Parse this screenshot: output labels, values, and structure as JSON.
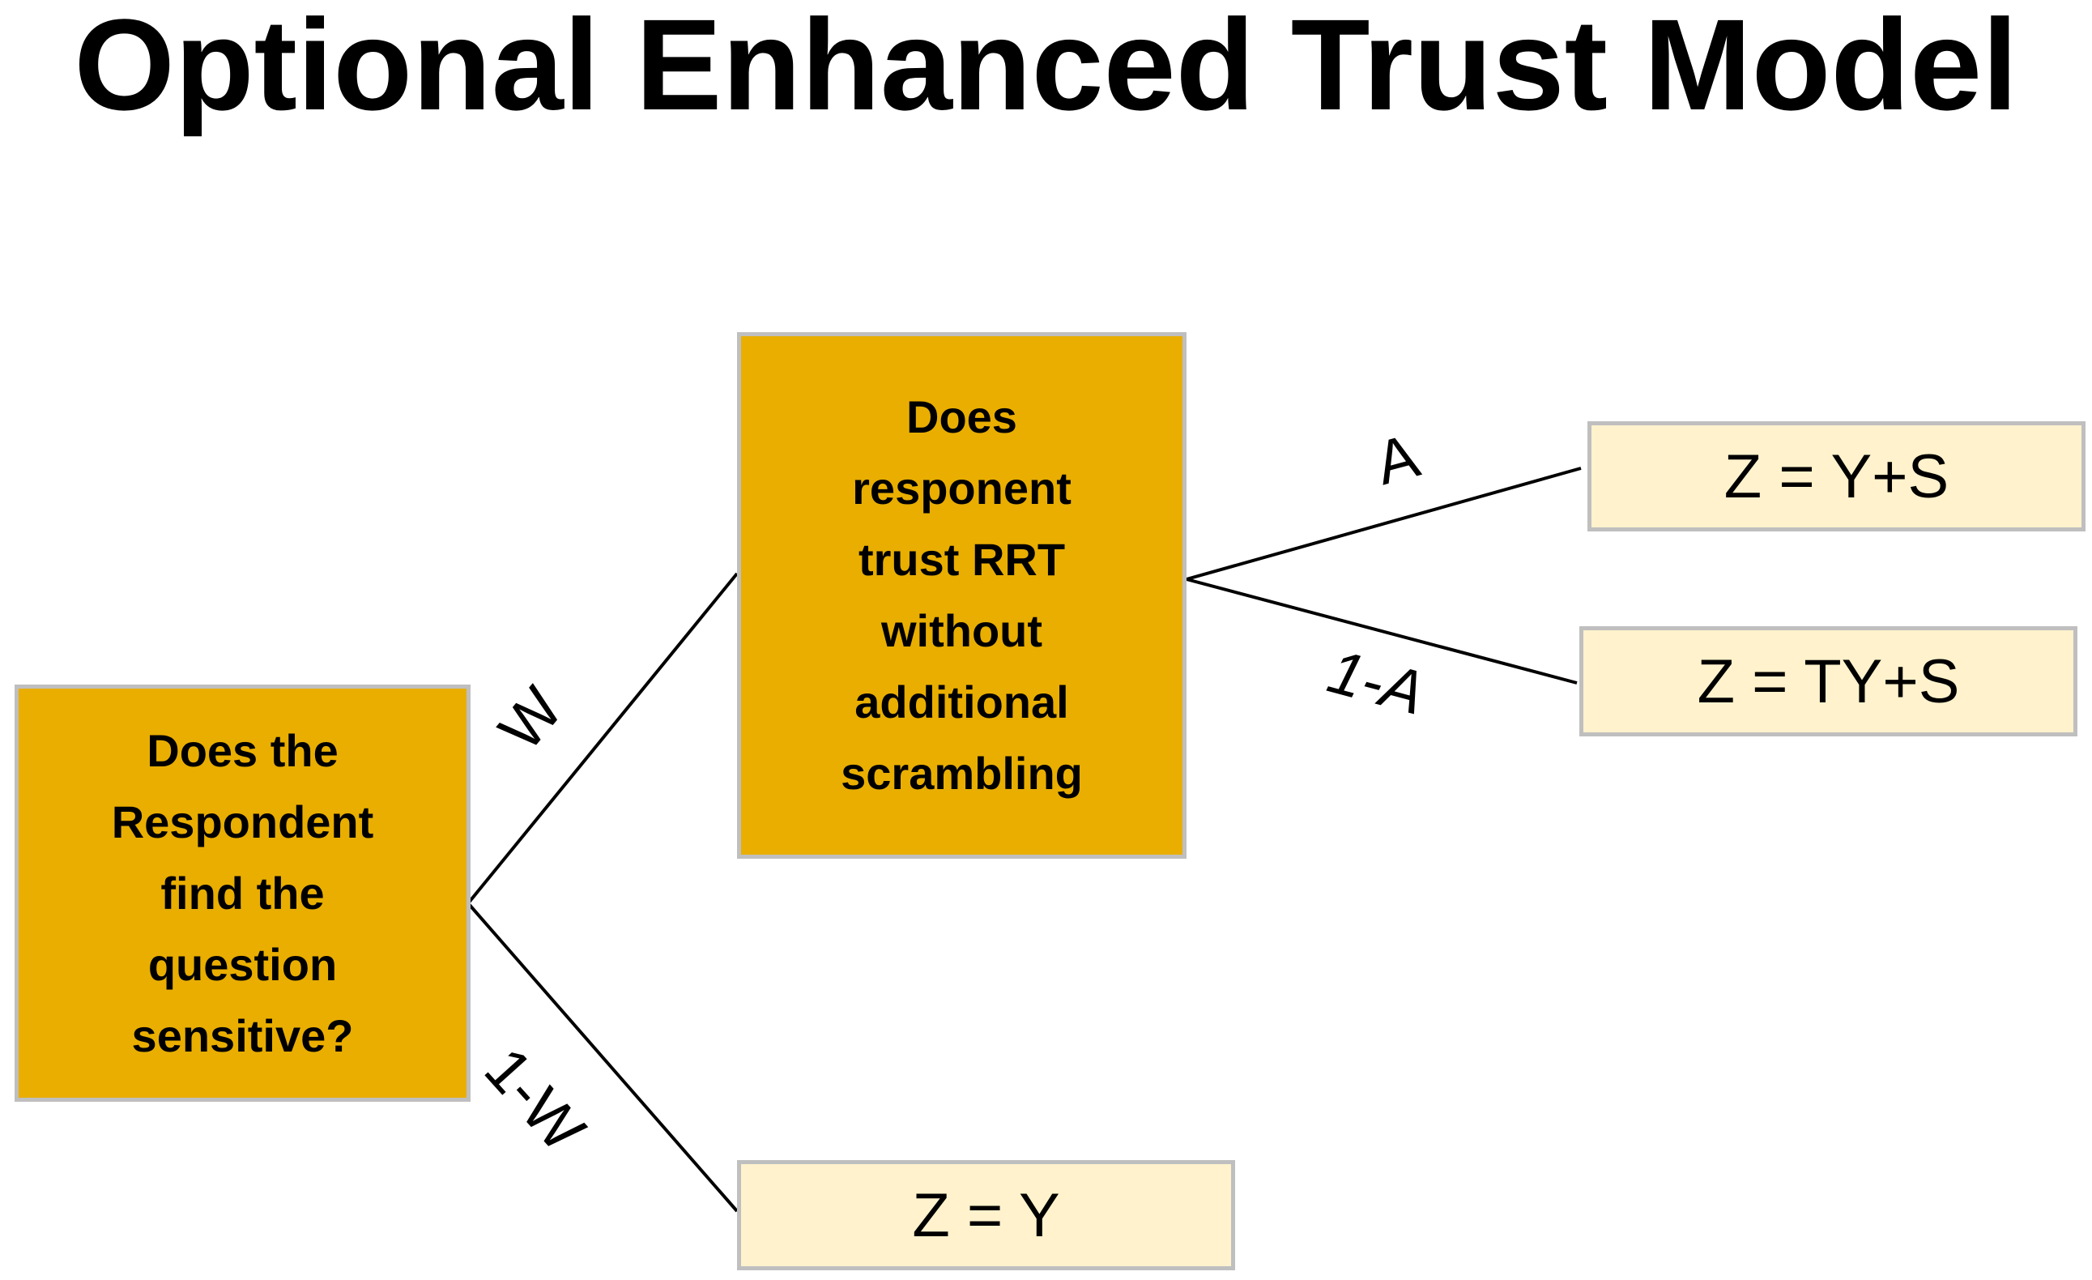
{
  "title": "Optional Enhanced Trust Model",
  "nodes": {
    "sensitive_question": "Does the\nRespondent\nfind the\nquestion\nsensitive?",
    "trust_rrt": "Does\nresponent\ntrust RRT\nwithout\nadditional\nscrambling",
    "outcome_ys": "Z = Y+S",
    "outcome_tys": "Z = TY+S",
    "outcome_y": "Z = Y"
  },
  "edges": {
    "w": "W",
    "one_minus_w": "1-W",
    "a": "A",
    "one_minus_a": "1-A"
  },
  "colors": {
    "decision_fill": "#E9AE00",
    "outcome_fill": "#FFF2CC",
    "box_border": "#BFBFBF",
    "connector": "#000000"
  }
}
